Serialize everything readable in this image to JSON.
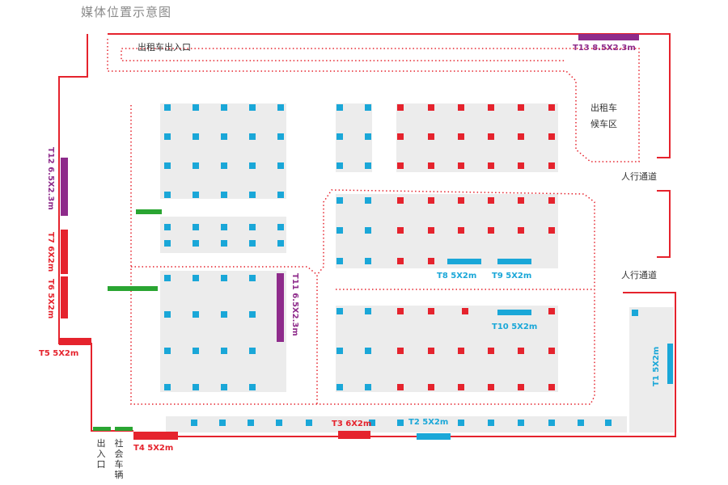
{
  "title": "媒体位置示意图",
  "labels": {
    "taxi_entrance": "出租车出入口",
    "taxi_waiting_line1": "出租车",
    "taxi_waiting_line2": "候车区",
    "walkway_upper": "人行通道",
    "walkway_lower": "人行通道",
    "entrance_exit": "出入口",
    "public_vehicles": "社会车辆"
  },
  "media": {
    "T1": "T1 5X2m",
    "T2": "T2 5X2m",
    "T3": "T3 6X2m",
    "T4": "T4 5X2m",
    "T5": "T5 5X2m",
    "T6": "T6 5X2m",
    "T7": "T7 6X2m",
    "T8": "T8 5X2m",
    "T9": "T9 5X2m",
    "T10": "T10 5X2m",
    "T11": "T11 6.5X2.3m",
    "T12": "T12 6.5X2.3m",
    "T13": "T13 8.5X2.3m"
  },
  "colors": {
    "red": "#e5232d",
    "blue": "#1aa7d8",
    "purple": "#8e2b8b",
    "green": "#2aa532",
    "zone": "#ececec"
  }
}
